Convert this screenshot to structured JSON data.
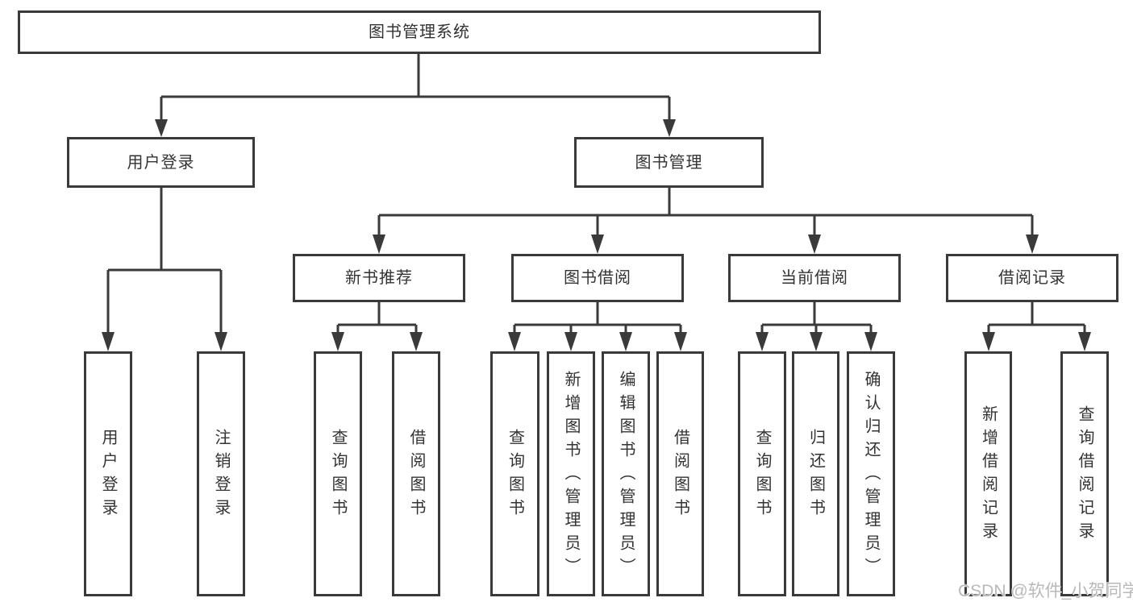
{
  "diagram": {
    "root": {
      "label": "图书管理系统"
    },
    "level2": [
      {
        "label": "用户登录"
      },
      {
        "label": "图书管理"
      }
    ],
    "level3": [
      {
        "label": "新书推荐",
        "parent": "图书管理"
      },
      {
        "label": "图书借阅",
        "parent": "图书管理"
      },
      {
        "label": "当前借阅",
        "parent": "图书管理"
      },
      {
        "label": "借阅记录",
        "parent": "图书管理"
      }
    ],
    "leaves": [
      {
        "label": "用户登录",
        "parent": "用户登录"
      },
      {
        "label": "注销登录",
        "parent": "用户登录"
      },
      {
        "label": "查询图书",
        "parent": "新书推荐"
      },
      {
        "label": "借阅图书",
        "parent": "新书推荐"
      },
      {
        "label": "查询图书",
        "parent": "图书借阅"
      },
      {
        "label": "新增图书（管理员）",
        "parent": "图书借阅"
      },
      {
        "label": "编辑图书（管理员）",
        "parent": "图书借阅"
      },
      {
        "label": "借阅图书",
        "parent": "图书借阅"
      },
      {
        "label": "查询图书",
        "parent": "当前借阅"
      },
      {
        "label": "归还图书",
        "parent": "当前借阅"
      },
      {
        "label": "确认归还（管理员）",
        "parent": "当前借阅"
      },
      {
        "label": "新增借阅记录",
        "parent": "借阅记录"
      },
      {
        "label": "查询借阅记录",
        "parent": "借阅记录"
      }
    ]
  },
  "watermark": {
    "text": "CSDN @软件_小贺同学"
  },
  "colors": {
    "line": "#3a3a3a",
    "box_border": "#3a3a3a",
    "box_bg": "#ffffff",
    "text": "#333333",
    "watermark": "#b9b9b9",
    "background": "#ffffff"
  }
}
